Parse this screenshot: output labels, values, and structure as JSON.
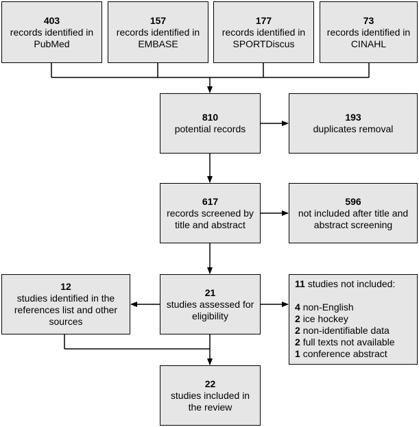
{
  "sources": [
    {
      "count": "403",
      "text": "records identified in PubMed"
    },
    {
      "count": "157",
      "text": "records identified in EMBASE"
    },
    {
      "count": "177",
      "text": "records identified in SPORTDiscus"
    },
    {
      "count": "73",
      "text": "records identified in CINAHL"
    }
  ],
  "potential": {
    "count": "810",
    "text": "potential records"
  },
  "duplicates": {
    "count": "193",
    "text": "duplicates removal"
  },
  "screened": {
    "count": "617",
    "text": "records screened by title and abstract"
  },
  "not_included_screening": {
    "count": "596",
    "text": "not included after title and abstract screening"
  },
  "assessed": {
    "count": "21",
    "text": "studies assessed for eligibility"
  },
  "references": {
    "count": "12",
    "text": "studies identified in the references list and other sources"
  },
  "excluded": {
    "count": "11",
    "text": "studies not included:",
    "reasons": [
      {
        "count": "4",
        "text": "non-English"
      },
      {
        "count": "2",
        "text": "ice hockey"
      },
      {
        "count": "2",
        "text": "non-identifiable data"
      },
      {
        "count": "2",
        "text": "full texts not available"
      },
      {
        "count": "1",
        "text": "conference abstract"
      }
    ]
  },
  "included": {
    "count": "22",
    "text": "studies included in the review"
  }
}
